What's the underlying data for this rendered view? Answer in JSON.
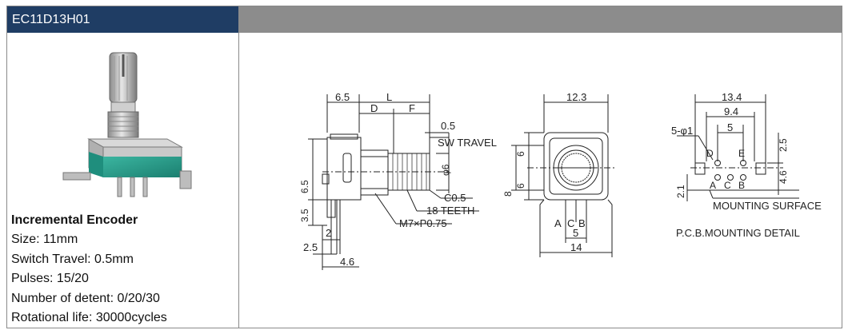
{
  "header": {
    "title": "EC11D13H01"
  },
  "specs": {
    "title": "Incremental Encoder",
    "lines": [
      "Size: 11mm",
      "Switch Travel: 0.5mm",
      "Pulses: 15/20",
      "Number of detent: 0/20/30",
      "Rotational life: 30000cycles"
    ]
  },
  "drawing": {
    "side": {
      "dim_6_5_top": "6.5",
      "dim_L": "L",
      "dim_D": "D",
      "dim_F": "F",
      "dim_0_5": "0.5",
      "sw_travel": "SW TRAVEL",
      "dim_phi6": "φ6",
      "c0_5": "C0.5",
      "teeth": "18 TEETH",
      "thread": "M7×P0.75",
      "dim_6_5_left": "6.5",
      "dim_3_5": "3.5",
      "dim_2": "2",
      "dim_2_5": "2.5",
      "dim_4_6": "4.6"
    },
    "front": {
      "dim_12_3": "12.3",
      "dim_6_a": "6",
      "dim_6_b": "6",
      "dim_8": "8",
      "pin_a": "A",
      "pin_c": "C",
      "pin_b": "B",
      "dim_5": "5",
      "dim_14": "14"
    },
    "pcb": {
      "dim_13_4": "13.4",
      "dim_9_4": "9.4",
      "dim_5": "5",
      "hole_dia": "5-φ1",
      "pin_d": "D",
      "pin_e": "E",
      "pin_a": "A",
      "pin_c": "C",
      "pin_b": "B",
      "dim_2_5": "2.5",
      "dim_4_6": "4.6",
      "dim_2_1": "2.1",
      "mounting_surface": "MOUNTING SURFACE",
      "detail_label": "P.C.B.MOUNTING DETAIL"
    }
  }
}
